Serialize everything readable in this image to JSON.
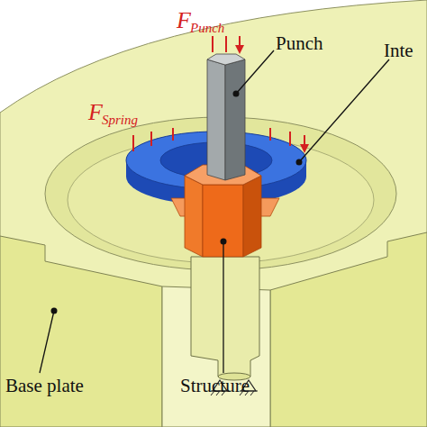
{
  "diagram": {
    "labels": [
      "F",
      "Punch",
      "F",
      "Spring",
      "Punch",
      "Inte",
      "Base plate",
      "Structure"
    ]
  }
}
